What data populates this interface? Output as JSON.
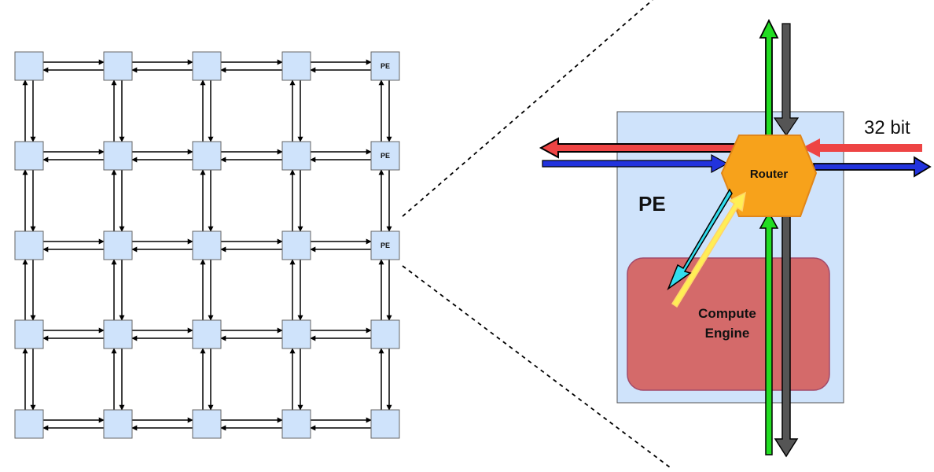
{
  "mesh": {
    "rows": 5,
    "cols": 5,
    "pe_labels": [
      {
        "row": 0,
        "col": 4,
        "text": "PE"
      },
      {
        "row": 1,
        "col": 4,
        "text": "PE"
      },
      {
        "row": 2,
        "col": 4,
        "text": "PE"
      }
    ]
  },
  "detail": {
    "pe_label": "PE",
    "router_label": "Router",
    "compute_line1": "Compute",
    "compute_line2": "Engine",
    "bit_width_label": "32 bit"
  },
  "colors": {
    "node_fill": "#cfe3fb",
    "pe_box_fill": "#cfe3fb",
    "compute_fill": "#d46a6a",
    "router_fill": "#f7a21b",
    "green": "#22dd22",
    "gray": "#555555",
    "red": "#ee4444",
    "blue": "#2233dd",
    "cyan": "#33ddee",
    "yellow": "#ffee55"
  }
}
